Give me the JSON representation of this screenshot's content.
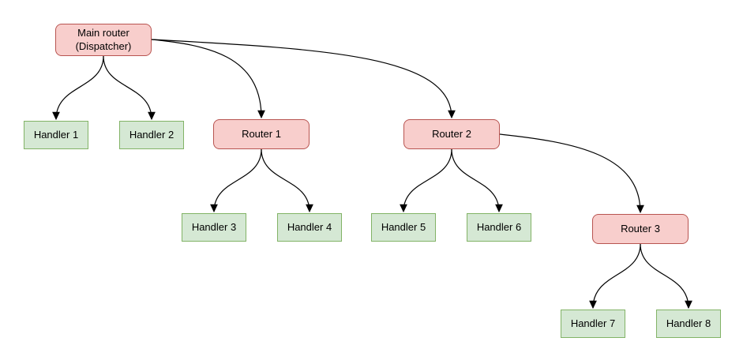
{
  "diagram": {
    "kind": "flowchart-tree",
    "background": "#ffffff",
    "colors": {
      "background": "#ffffff",
      "router_fill": "#f8cecc",
      "router_border": "#b85450",
      "handler_fill": "#d5e8d4",
      "handler_border": "#82b366",
      "edge_stroke": "#000000",
      "text": "#000000"
    },
    "nodes": [
      {
        "id": "main-router",
        "kind": "router",
        "label": "Main router\n(Dispatcher)"
      },
      {
        "id": "handler-1",
        "kind": "handler",
        "label": "Handler 1"
      },
      {
        "id": "handler-2",
        "kind": "handler",
        "label": "Handler 2"
      },
      {
        "id": "router-1",
        "kind": "router",
        "label": "Router 1"
      },
      {
        "id": "router-2",
        "kind": "router",
        "label": "Router 2"
      },
      {
        "id": "handler-3",
        "kind": "handler",
        "label": "Handler 3"
      },
      {
        "id": "handler-4",
        "kind": "handler",
        "label": "Handler 4"
      },
      {
        "id": "handler-5",
        "kind": "handler",
        "label": "Handler 5"
      },
      {
        "id": "handler-6",
        "kind": "handler",
        "label": "Handler 6"
      },
      {
        "id": "router-3",
        "kind": "router",
        "label": "Router 3"
      },
      {
        "id": "handler-7",
        "kind": "handler",
        "label": "Handler 7"
      },
      {
        "id": "handler-8",
        "kind": "handler",
        "label": "Handler 8"
      }
    ],
    "edges": [
      {
        "from": "main-router",
        "to": "handler-1"
      },
      {
        "from": "main-router",
        "to": "handler-2"
      },
      {
        "from": "main-router",
        "to": "router-1"
      },
      {
        "from": "main-router",
        "to": "router-2"
      },
      {
        "from": "router-1",
        "to": "handler-3"
      },
      {
        "from": "router-1",
        "to": "handler-4"
      },
      {
        "from": "router-2",
        "to": "handler-5"
      },
      {
        "from": "router-2",
        "to": "handler-6"
      },
      {
        "from": "router-2",
        "to": "router-3"
      },
      {
        "from": "router-3",
        "to": "handler-7"
      },
      {
        "from": "router-3",
        "to": "handler-8"
      }
    ]
  }
}
